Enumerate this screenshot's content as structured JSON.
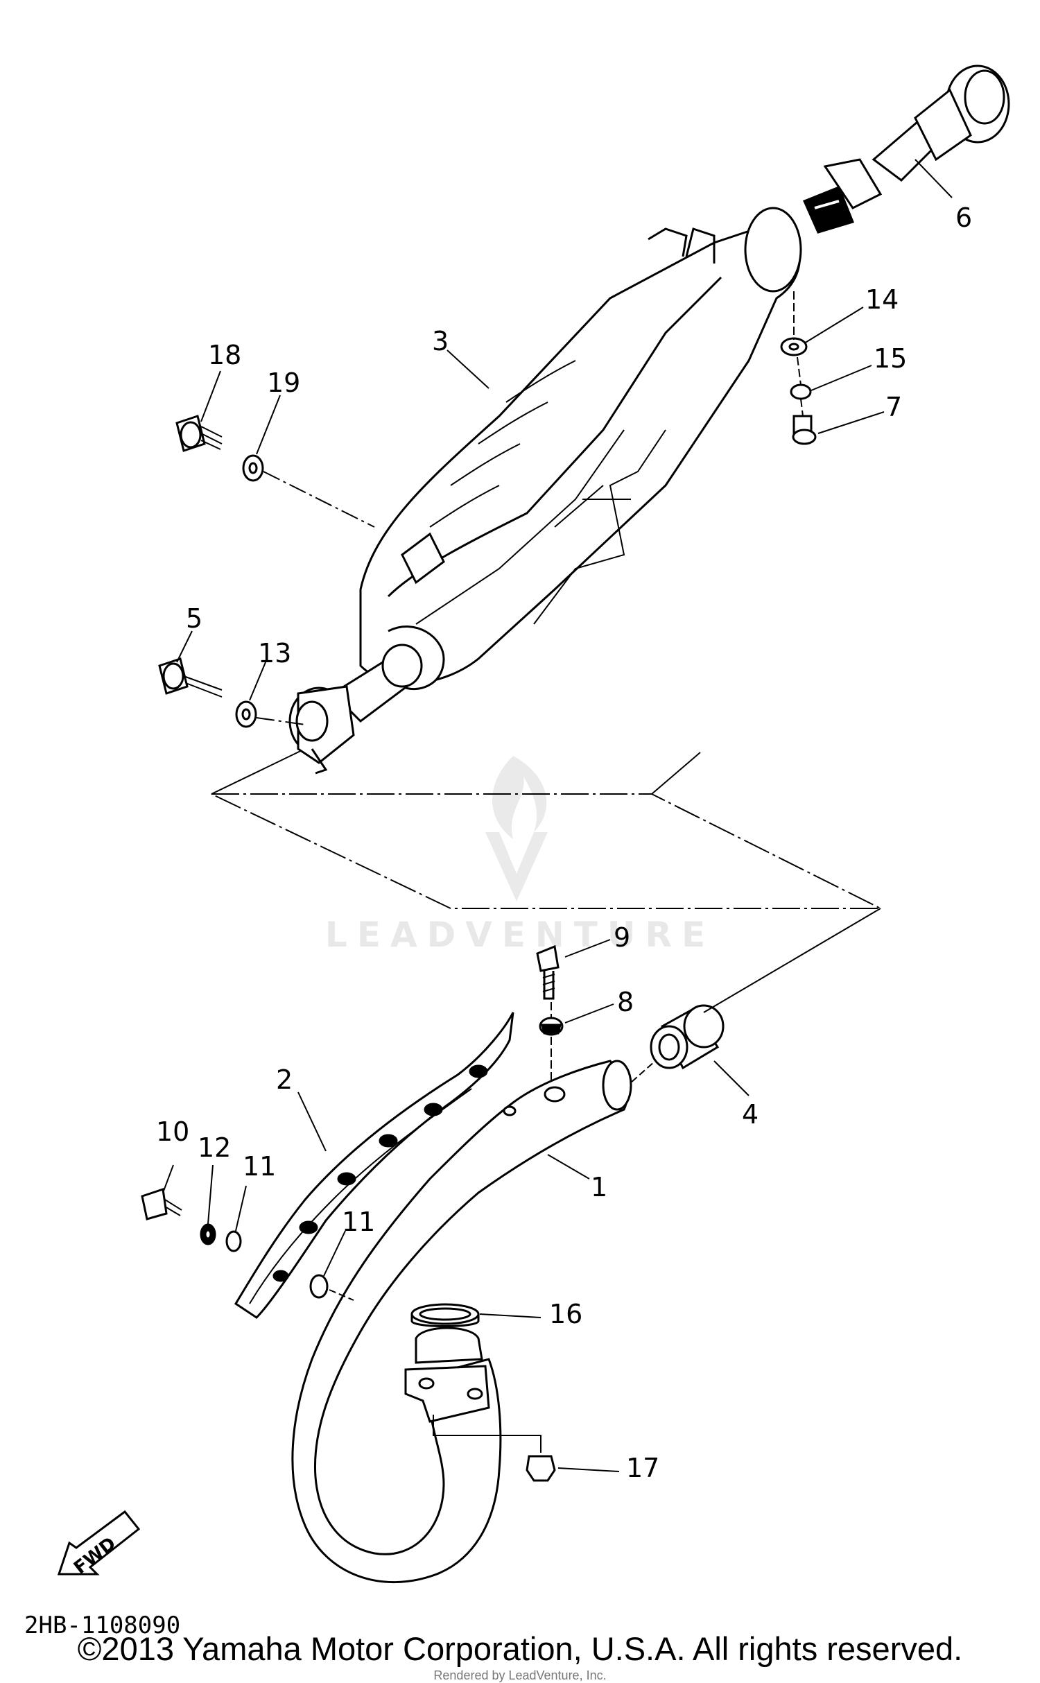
{
  "diagram": {
    "callouts": [
      {
        "id": "1",
        "text": "1"
      },
      {
        "id": "2",
        "text": "2"
      },
      {
        "id": "3",
        "text": "3"
      },
      {
        "id": "4",
        "text": "4"
      },
      {
        "id": "5",
        "text": "5"
      },
      {
        "id": "6",
        "text": "6"
      },
      {
        "id": "7",
        "text": "7"
      },
      {
        "id": "8",
        "text": "8"
      },
      {
        "id": "9",
        "text": "9"
      },
      {
        "id": "10",
        "text": "10"
      },
      {
        "id": "11a",
        "text": "11"
      },
      {
        "id": "11b",
        "text": "11"
      },
      {
        "id": "12",
        "text": "12"
      },
      {
        "id": "13",
        "text": "13"
      },
      {
        "id": "14",
        "text": "14"
      },
      {
        "id": "15",
        "text": "15"
      },
      {
        "id": "16",
        "text": "16"
      },
      {
        "id": "17",
        "text": "17"
      },
      {
        "id": "18",
        "text": "18"
      },
      {
        "id": "19",
        "text": "19"
      }
    ],
    "fwd_label": "FWD",
    "part_code": "2HB-1108090"
  },
  "watermark": {
    "text": "LEADVENTURE"
  },
  "footer": {
    "copyright": "©2013 Yamaha Motor Corporation, U.S.A. All rights reserved.",
    "rendered_by": "Rendered by LeadVenture, Inc."
  },
  "colors": {
    "line": "#000000",
    "watermark": "#e6e6e6",
    "background": "#ffffff"
  }
}
